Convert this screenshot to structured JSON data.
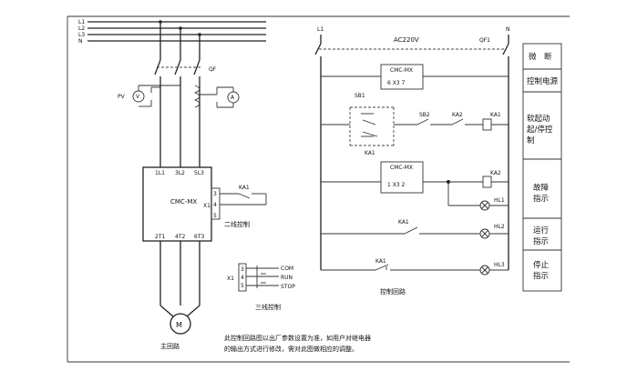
{
  "bus": [
    "L1",
    "L2",
    "L3",
    "N"
  ],
  "qf_main": "QF",
  "pv": "PV",
  "v_meter": "V",
  "a_meter": "A",
  "soft_starter": {
    "top_terms": [
      "1L1",
      "3L2",
      "5L3"
    ],
    "bottom_terms": [
      "2T1",
      "4T2",
      "6T3"
    ],
    "model": "CMC-MX",
    "x1": "X1",
    "x1_pins": [
      "3",
      "4",
      "5"
    ]
  },
  "ka1_label": "KA1",
  "two_wire_caption": "二线控制",
  "three_wire": {
    "x1": "X1",
    "pins": [
      "3",
      "4",
      "5"
    ],
    "com": "COM",
    "run": "RUN",
    "stop": "STOP",
    "caption": "三线控制"
  },
  "motor": "M",
  "main_circuit_label": "主回路",
  "note_line1": "此控制回路图以出厂参数设置为准，如用户对继电器",
  "note_line2": "的输出方式进行修改，需对此图做相应的调整。",
  "ctrl": {
    "l1": "L1",
    "n": "N",
    "ac": "AC220V",
    "qf1": "QF1",
    "cmc1": "CMC-MX",
    "cmc1_pins": "6  X3  7",
    "sb1": "SB1",
    "sb2": "SB2",
    "ka2": "KA2",
    "ka1_coil": "KA1",
    "ka1_contact": "KA1",
    "cmc2": "CMC-MX",
    "cmc2_pins": "1  X3  2",
    "ka2_coil": "KA2",
    "hl1": "HL1",
    "ka1_run": "KA1",
    "hl2": "HL2",
    "ka1_stop": "KA1",
    "hl3": "HL3",
    "caption": "控制回路"
  },
  "side_labels": [
    [
      "微",
      "断"
    ],
    [
      "控制电源"
    ],
    [
      "软起动",
      "起/停控",
      "制"
    ],
    [
      "故障",
      "指示"
    ],
    [
      "运行",
      "指示"
    ],
    [
      "停止",
      "指示"
    ]
  ]
}
